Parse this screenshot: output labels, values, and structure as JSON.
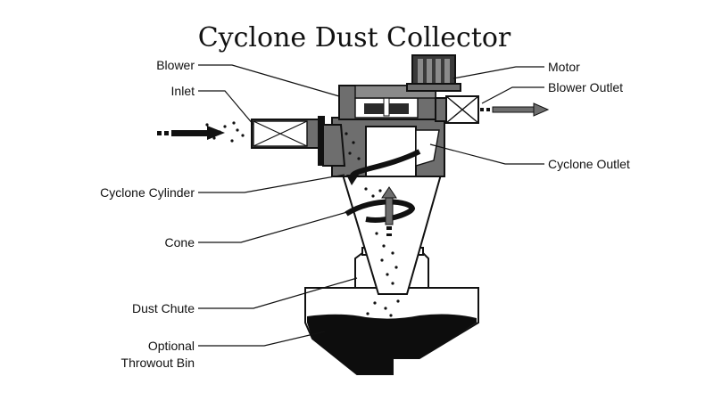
{
  "title": "Cyclone Dust Collector",
  "labels": {
    "blower": "Blower",
    "inlet": "Inlet",
    "cyclone_cylinder": "Cyclone Cylinder",
    "cone": "Cone",
    "dust_chute": "Dust Chute",
    "optional_bin_line1": "Optional",
    "optional_bin_line2": "Throwout Bin",
    "motor": "Motor",
    "blower_outlet": "Blower Outlet",
    "cyclone_outlet": "Cyclone Outlet"
  },
  "colors": {
    "housing": "#6e6e6e",
    "motor": "#3a3a3a",
    "bin": "#0d0d0d",
    "outline": "#111111"
  }
}
